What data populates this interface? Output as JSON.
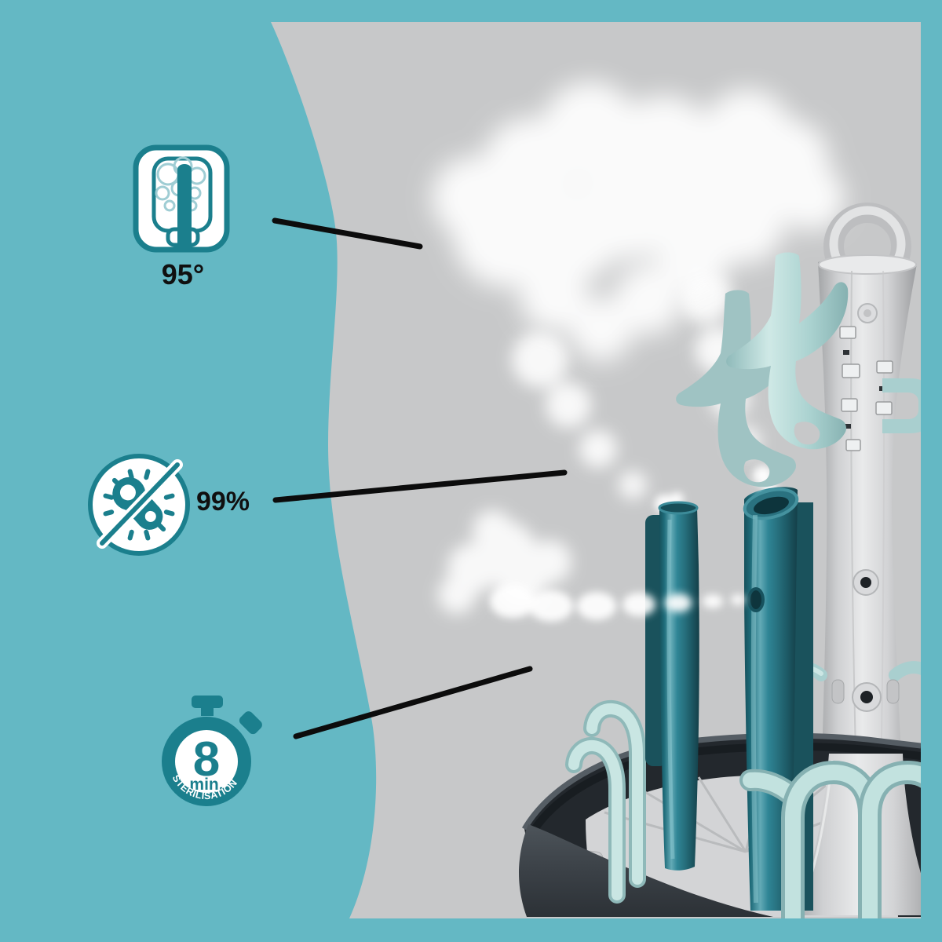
{
  "scene": {
    "alt": "Steam steriliser rack emitting steam plumes on grey panel with teal frame"
  },
  "palette": {
    "teal_background": "#64b8c4",
    "panel_gray": "#c7c8c9",
    "icon_teal": "#1b7f8d",
    "mint_accessory": "#aed5d4",
    "tube_teal": "#2f8292",
    "bowl_dark": "#31373c",
    "callout_line_black": "#0c0c0c",
    "steam_white": "#ffffff"
  },
  "callouts": [
    {
      "id": "temperature",
      "icon": "bottle-on-steam-tube-icon",
      "label": "95°"
    },
    {
      "id": "bacteria-removal",
      "icon": "no-bacteria-icon",
      "label": "99%"
    },
    {
      "id": "duration",
      "icon": "stopwatch-icon",
      "value": "8",
      "unit": "min.",
      "caption": "STERILISATION"
    }
  ]
}
